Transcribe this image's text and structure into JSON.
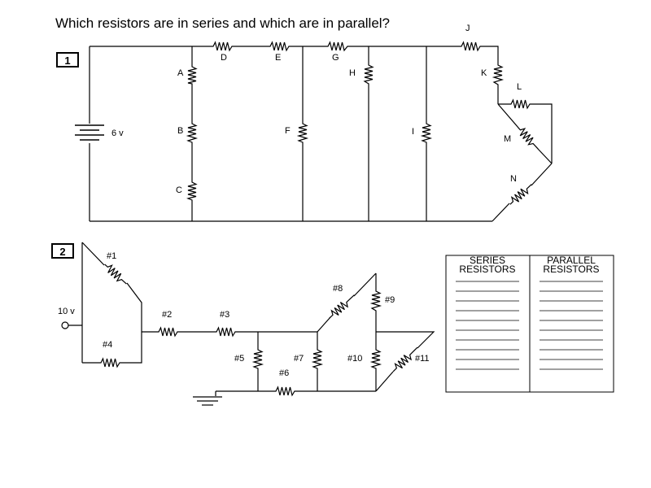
{
  "title": "Which resistors are in series and which are in parallel?",
  "circuit1": {
    "number": "1",
    "voltage": "6 v",
    "resistors": [
      "A",
      "B",
      "C",
      "D",
      "E",
      "F",
      "G",
      "H",
      "I",
      "J",
      "K",
      "L",
      "M",
      "N"
    ]
  },
  "circuit2": {
    "number": "2",
    "voltage": "10 v",
    "resistors": [
      "#1",
      "#2",
      "#3",
      "#4",
      "#5",
      "#6",
      "#7",
      "#8",
      "#9",
      "#10",
      "#11"
    ]
  },
  "answer_table": {
    "series_header_line1": "SERIES",
    "series_header_line2": "RESISTORS",
    "parallel_header_line1": "PARALLEL",
    "parallel_header_line2": "RESISTORS",
    "blank_lines": 10
  }
}
